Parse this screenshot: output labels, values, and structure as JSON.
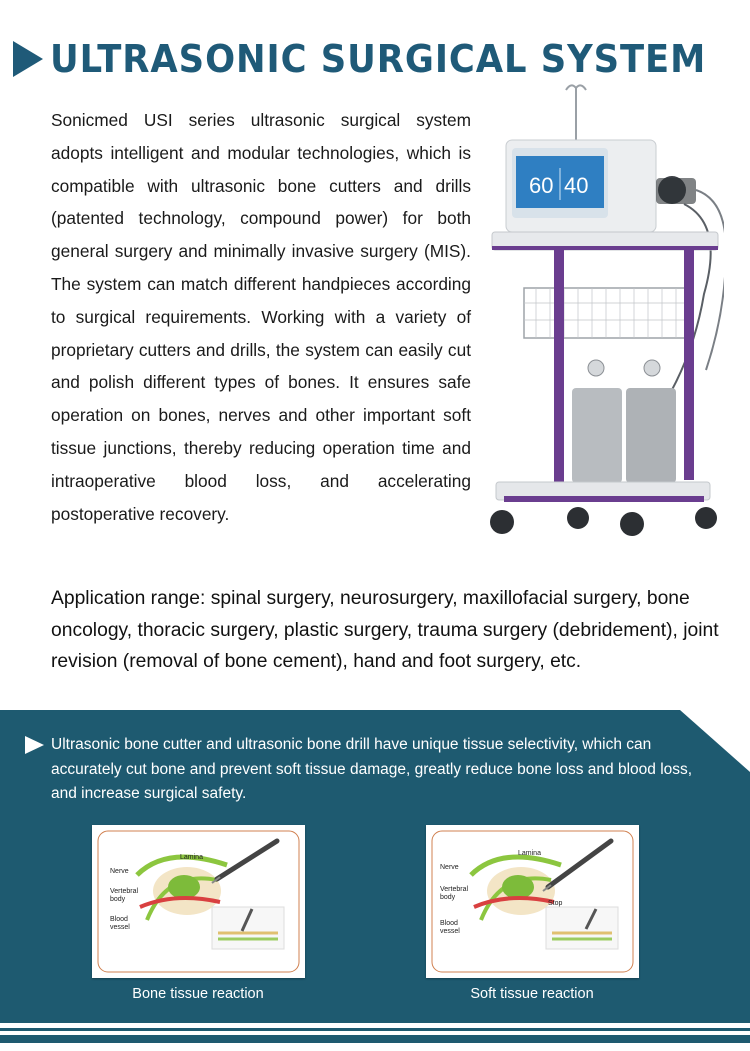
{
  "header": {
    "title": "ULTRASONIC SURGICAL SYSTEM"
  },
  "intro": {
    "text": "Sonicmed USI series ultrasonic surgical system adopts intelligent and modular technologies, which is compatible with ultrasonic bone cutters and drills (patented technology, compound power) for both general surgery and minimally invasive surgery (MIS). The system can match different handpieces according to surgical requirements. Working with a variety of proprietary cutters and drills, the system can easily cut and polish different types of bones. It ensures safe operation on bones, nerves and other important soft tissue junctions, thereby reducing operation time and intraoperative blood loss, and accelerating postoperative recovery."
  },
  "device_screen": {
    "left_value": "60",
    "right_value": "40"
  },
  "application": {
    "text": "Application range: spinal surgery, neurosurgery, maxillofacial surgery, bone oncology, thoracic surgery, plastic surgery, trauma surgery (debridement), joint revision (removal of bone cement), hand and foot surgery, etc."
  },
  "panel": {
    "text": "Ultrasonic bone cutter and ultrasonic bone drill have unique tissue selectivity, which can accurately cut bone and prevent soft tissue damage, greatly reduce bone loss and blood loss, and increase surgical safety."
  },
  "figures": [
    {
      "caption": "Bone tissue reaction",
      "labels": {
        "lamina": "Lamina",
        "nerve": "Nerve",
        "vertebral": "Vertebral",
        "body": "body",
        "blood": "Blood",
        "vessel": "vessel"
      }
    },
    {
      "caption": "Soft tissue reaction",
      "labels": {
        "lamina": "Lamina",
        "nerve": "Nerve",
        "vertebral": "Vertebral",
        "body": "body",
        "blood": "Blood",
        "vessel": "vessel",
        "stop": "Stop"
      }
    }
  ],
  "colors": {
    "brand": "#1f5a78",
    "panel": "#1e5a70",
    "accent_purple": "#6a3d8f"
  }
}
